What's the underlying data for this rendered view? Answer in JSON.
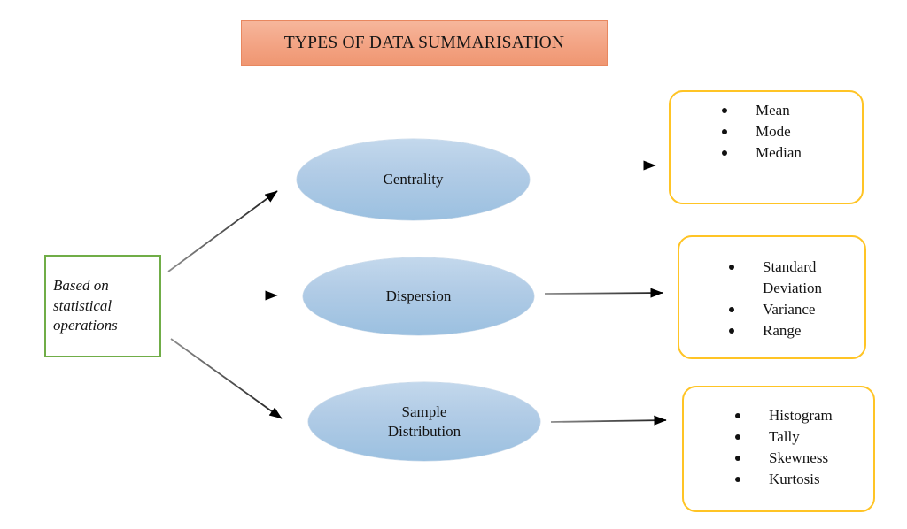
{
  "title": {
    "text": "TYPES OF DATA SUMMARISATION",
    "background_color": "#f3a383",
    "border_color": "#e8875f"
  },
  "source": {
    "text": "Based on statistical operations",
    "border_color": "#70ad47"
  },
  "branches": [
    {
      "id": "centrality",
      "label": "Centrality",
      "shape": "ellipse",
      "fill_color": "#b2cce6",
      "items": [
        "Mean",
        "Mode",
        "Median"
      ],
      "box_border_color": "#ffc425"
    },
    {
      "id": "dispersion",
      "label": "Dispersion",
      "shape": "ellipse",
      "fill_color": "#b2cce6",
      "items": [
        "Standard\nDeviation",
        "Variance",
        "Range"
      ],
      "box_border_color": "#ffc425"
    },
    {
      "id": "sample-distribution",
      "label": "Sample\nDistribution",
      "shape": "ellipse",
      "fill_color": "#b2cce6",
      "items": [
        "Histogram",
        "Tally",
        "Skewness",
        "Kurtosis"
      ],
      "box_border_color": "#ffc425"
    }
  ],
  "connectors": {
    "arrow_color": "#3f3f3f",
    "head_color": "#000000",
    "count": 6
  }
}
